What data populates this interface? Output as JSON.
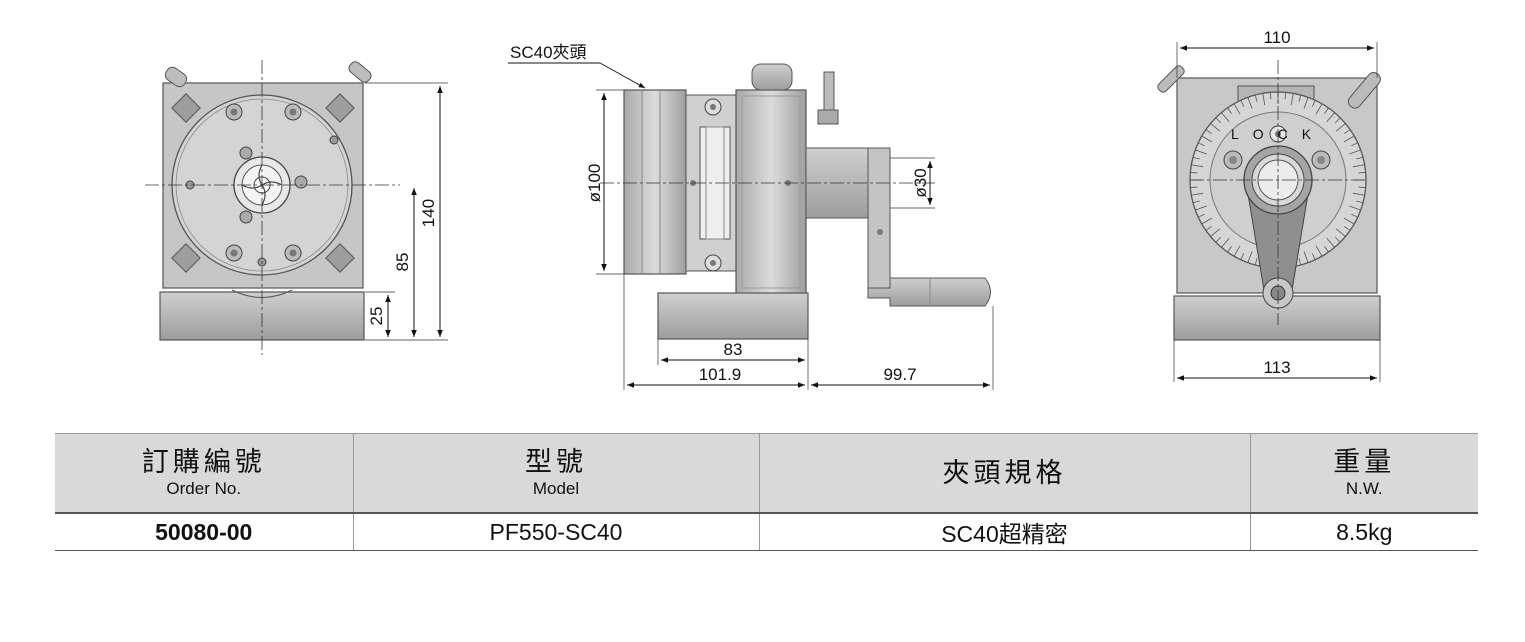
{
  "drawing": {
    "callout": "SC40夾頭",
    "lock_label": "LOCK",
    "dims": {
      "height": "140",
      "center_height": "85",
      "base_height": "25",
      "face_diameter": "ø100",
      "shaft_diameter": "ø30",
      "base_length": "83",
      "body_length": "101.9",
      "handle_length": "99.7",
      "top_width": "110",
      "bottom_width": "113"
    }
  },
  "table": {
    "headers": [
      {
        "zh": "訂購編號",
        "en": "Order No."
      },
      {
        "zh": "型號",
        "en": "Model"
      },
      {
        "zh": "夾頭規格",
        "en": ""
      },
      {
        "zh": "重量",
        "en": "N.W."
      }
    ],
    "row": {
      "order_no": "50080-00",
      "model": "PF550-SC40",
      "chuck_spec": "SC40超精密",
      "weight": "8.5kg"
    }
  }
}
